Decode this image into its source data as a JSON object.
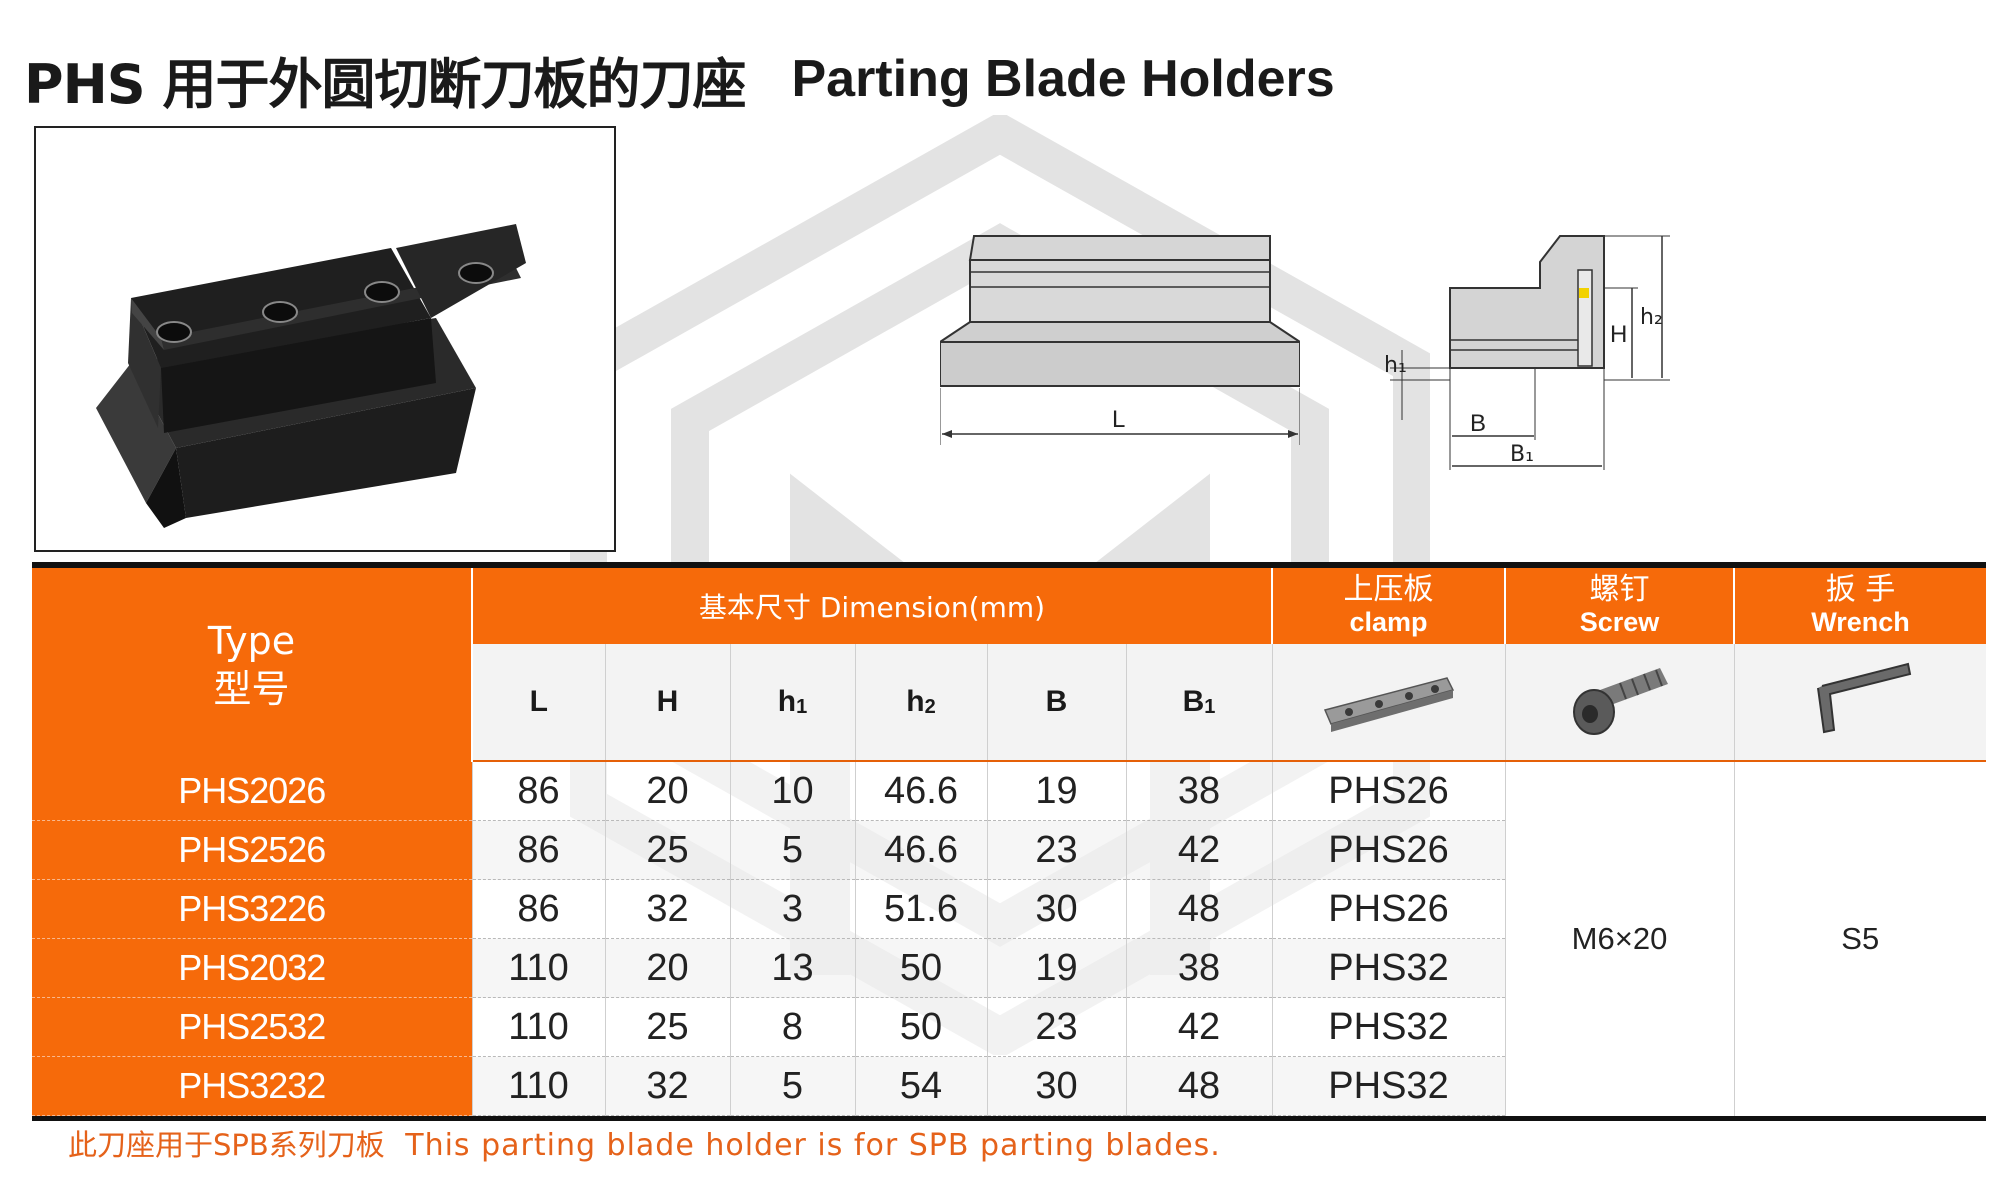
{
  "title": {
    "chinese": "PHS 用于外圆切断刀板的刀座",
    "english": "Parting Blade Holders"
  },
  "drawing": {
    "front_labels": {
      "L": "L"
    },
    "side_labels": {
      "h1": "h₁",
      "H": "H",
      "h2": "h₂",
      "B": "B",
      "B1": "B₁"
    }
  },
  "table": {
    "type_header_en": "Type",
    "type_header_cn": "型号",
    "dimension_header": "基本尺寸 Dimension(mm)",
    "columns": [
      {
        "main": "L",
        "sub": ""
      },
      {
        "main": "H",
        "sub": ""
      },
      {
        "main": "h",
        "sub": "1"
      },
      {
        "main": "h",
        "sub": "2"
      },
      {
        "main": "B",
        "sub": ""
      },
      {
        "main": "B",
        "sub": "1"
      }
    ],
    "clamp_cn": "上压板",
    "clamp_en": "clamp",
    "screw_cn": "螺钉",
    "screw_en": "Screw",
    "wrench_cn": "扳 手",
    "wrench_en": "Wrench",
    "rows": [
      {
        "type": "PHS2026",
        "L": "86",
        "H": "20",
        "h1": "10",
        "h2": "46.6",
        "B": "19",
        "B1": "38",
        "clamp": "PHS26"
      },
      {
        "type": "PHS2526",
        "L": "86",
        "H": "25",
        "h1": "5",
        "h2": "46.6",
        "B": "23",
        "B1": "42",
        "clamp": "PHS26"
      },
      {
        "type": "PHS3226",
        "L": "86",
        "H": "32",
        "h1": "3",
        "h2": "51.6",
        "B": "30",
        "B1": "48",
        "clamp": "PHS26"
      },
      {
        "type": "PHS2032",
        "L": "110",
        "H": "20",
        "h1": "13",
        "h2": "50",
        "B": "19",
        "B1": "38",
        "clamp": "PHS32"
      },
      {
        "type": "PHS2532",
        "L": "110",
        "H": "25",
        "h1": "8",
        "h2": "50",
        "B": "23",
        "B1": "42",
        "clamp": "PHS32"
      },
      {
        "type": "PHS3232",
        "L": "110",
        "H": "32",
        "h1": "5",
        "h2": "54",
        "B": "30",
        "B1": "48",
        "clamp": "PHS32"
      }
    ],
    "screw_value": "M6×20",
    "wrench_value": "S5"
  },
  "footnote": {
    "chinese": "此刀座用于SPB系列刀板",
    "english": "This parting blade holder is for SPB parting blades."
  },
  "colors": {
    "accent": "#f66a0a",
    "footnote": "#e5621a",
    "watermark": "#e2e2e2"
  }
}
